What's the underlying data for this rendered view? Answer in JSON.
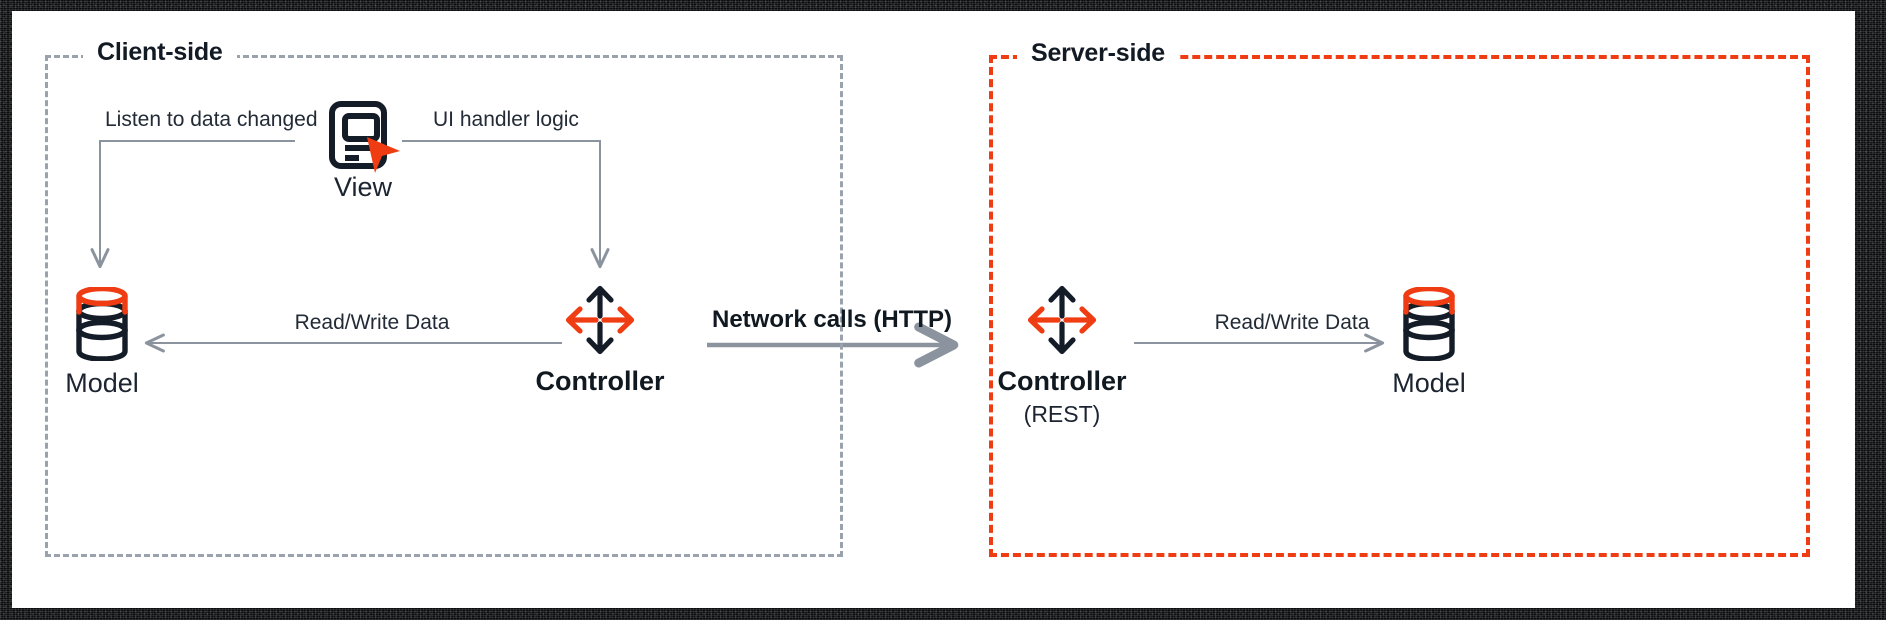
{
  "diagram": {
    "title": "Client-side / Server-side MVC architecture",
    "colors": {
      "accent_red": "#f03c13",
      "dark_navy": "#141c28",
      "gray_line": "#9aa3ad",
      "background": "#ffffff",
      "frame": "#0b0c0e"
    },
    "regions": [
      {
        "key": "client",
        "label": "Client-side",
        "border_style": "dashed",
        "border_color": "#9aa3ad"
      },
      {
        "key": "server",
        "label": "Server-side",
        "border_style": "dashed",
        "border_color": "#f03c13"
      }
    ],
    "nodes": [
      {
        "key": "view",
        "label": "View",
        "sub": "",
        "icon": "monitor-cursor-icon",
        "bold": false,
        "region": "client"
      },
      {
        "key": "client_model",
        "label": "Model",
        "sub": "",
        "icon": "database-icon",
        "bold": false,
        "region": "client"
      },
      {
        "key": "client_controller",
        "label": "Controller",
        "sub": "",
        "icon": "four-way-arrows-icon",
        "bold": true,
        "region": "client"
      },
      {
        "key": "server_controller",
        "label": "Controller",
        "sub": "(REST)",
        "icon": "four-way-arrows-icon",
        "bold": true,
        "region": "server"
      },
      {
        "key": "server_model",
        "label": "Model",
        "sub": "",
        "icon": "database-icon",
        "bold": false,
        "region": "server"
      }
    ],
    "edges": [
      {
        "key": "view_to_model",
        "label": "Listen to data changed",
        "from": "view",
        "to": "client_model",
        "style": "thin-gray",
        "bold": false
      },
      {
        "key": "view_to_controller",
        "label": "UI handler logic",
        "from": "view",
        "to": "client_controller",
        "style": "thin-gray",
        "bold": false
      },
      {
        "key": "client_rw",
        "label": "Read/Write Data",
        "from": "client_controller",
        "to": "client_model",
        "style": "thin-gray",
        "bold": false
      },
      {
        "key": "network",
        "label": "Network calls (HTTP)",
        "from": "client_controller",
        "to": "server_controller",
        "style": "thick-gray",
        "bold": true
      },
      {
        "key": "server_rw",
        "label": "Read/Write Data",
        "from": "server_controller",
        "to": "server_model",
        "style": "thin-gray",
        "bold": false
      }
    ]
  }
}
